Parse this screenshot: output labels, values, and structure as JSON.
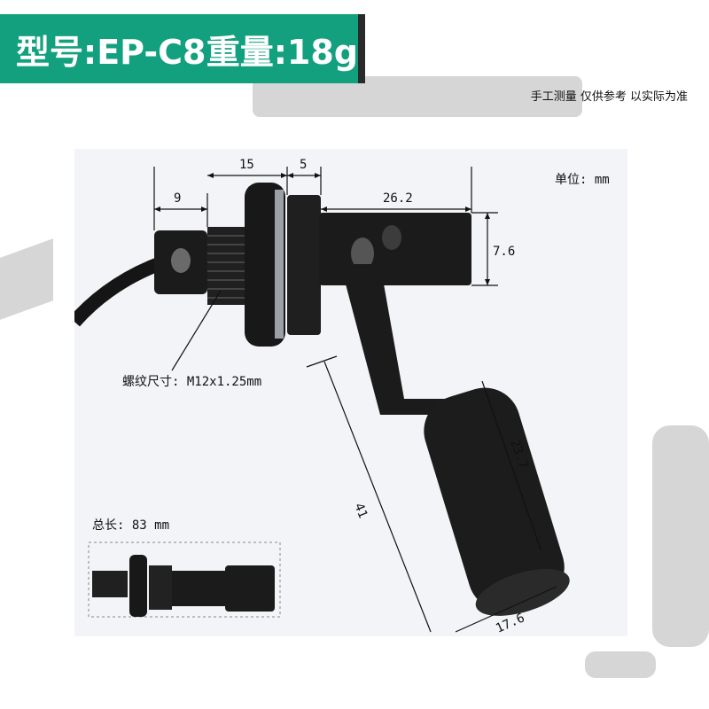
{
  "banner": {
    "model": "型号:EP-C8",
    "weight": "重量:18g"
  },
  "disclaimer": "手工测量 仅供参考 以实际为准",
  "unit_label": "单位: mm",
  "dimensions": {
    "d9": "9",
    "d15": "15",
    "d5": "5",
    "d26": "26.2",
    "d76": "7.6",
    "d41": "41",
    "d237": "23.7",
    "d176": "17.6"
  },
  "thread_label": "螺纹尺寸: M12x1.25mm",
  "total_length": "总长: 83 mm",
  "colors": {
    "banner": "#13a07f",
    "panel": "#f3f4f7",
    "part": "#1b1b1b"
  }
}
